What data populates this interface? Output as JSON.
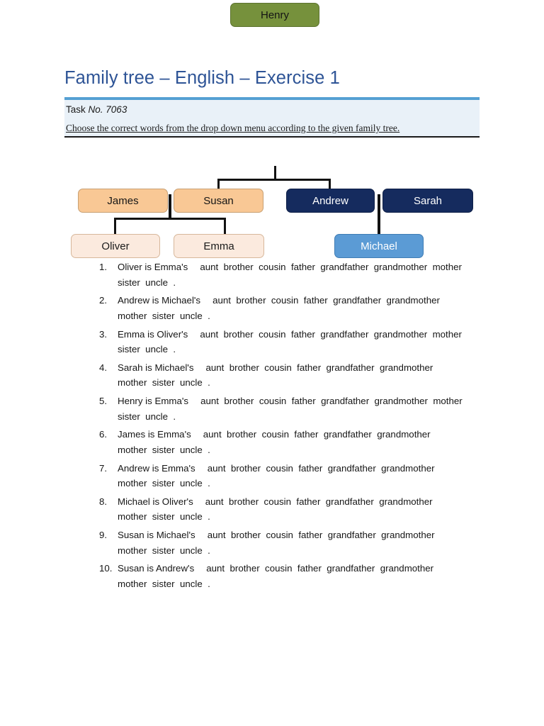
{
  "title": "Family tree – English – Exercise 1",
  "task": {
    "label": "Task",
    "number": "No. 7063",
    "instruction": "Choose the correct words from the drop down menu according to the given family tree."
  },
  "colors": {
    "title": "#2e5496",
    "panel_bg": "#e9f1f8",
    "panel_top_border": "#55a0d3",
    "grandparent": "#76913c",
    "parent_orange": "#f9c895",
    "parent_navy": "#152b5e",
    "child_peach": "#fbeade",
    "child_blue": "#5b9bd5",
    "connector": "#121212"
  },
  "tree": {
    "nodes": [
      {
        "id": "henry",
        "label": "Henry"
      },
      {
        "id": "james",
        "label": "James"
      },
      {
        "id": "susan",
        "label": "Susan"
      },
      {
        "id": "andrew",
        "label": "Andrew"
      },
      {
        "id": "sarah",
        "label": "Sarah"
      },
      {
        "id": "oliver",
        "label": "Oliver"
      },
      {
        "id": "emma",
        "label": "Emma"
      },
      {
        "id": "michael",
        "label": "Michael"
      }
    ]
  },
  "options": [
    "aunt",
    "brother",
    "cousin",
    "father",
    "grandfather",
    "grandmother",
    "mother",
    "sister",
    "uncle"
  ],
  "period": ".",
  "exercises": [
    {
      "num": "1.",
      "prompt": "Oliver is Emma's"
    },
    {
      "num": "2.",
      "prompt": "Andrew is Michael's"
    },
    {
      "num": "3.",
      "prompt": "Emma is Oliver's"
    },
    {
      "num": "4.",
      "prompt": "Sarah is Michael's"
    },
    {
      "num": "5.",
      "prompt": "Henry is Emma's"
    },
    {
      "num": "6.",
      "prompt": "James is Emma's"
    },
    {
      "num": "7.",
      "prompt": "Andrew is Emma's"
    },
    {
      "num": "8.",
      "prompt": "Michael is Oliver's"
    },
    {
      "num": "9.",
      "prompt": "Susan is Michael's"
    },
    {
      "num": "10.",
      "prompt": "Susan is Andrew's"
    }
  ]
}
